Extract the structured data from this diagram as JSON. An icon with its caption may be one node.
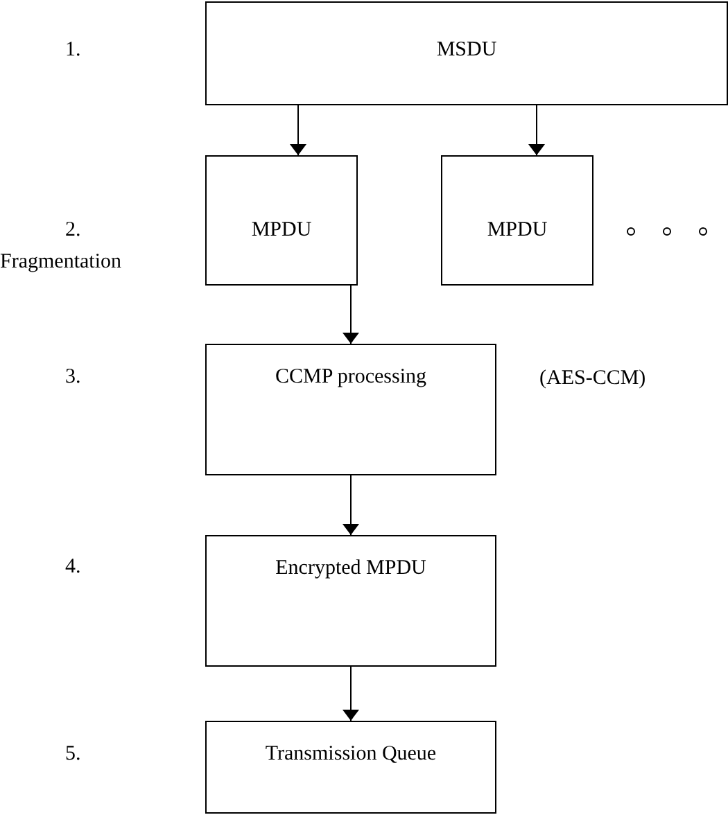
{
  "diagram": {
    "nodes": [
      {
        "text": [
          "MSDU"
        ]
      },
      {
        "text": [
          "MPDU"
        ]
      },
      {
        "text": [
          "MPDU"
        ]
      },
      {
        "text": [
          "CCMP processing"
        ],
        "beside": [
          "(AES-CCM)"
        ]
      },
      {
        "text": [
          "Encrypted MPDU"
        ]
      },
      {
        "text": [
          "Transmission Queue"
        ]
      }
    ],
    "edges": [
      {
        "from": 0,
        "to": 1,
        "arrow": "to"
      },
      {
        "from": 0,
        "to": 2,
        "arrow": "to"
      },
      {
        "from": 1,
        "to": 3,
        "arrow": "to"
      },
      {
        "from": 3,
        "to": 4,
        "arrow": "to"
      },
      {
        "from": 4,
        "to": 5,
        "arrow": "to"
      }
    ],
    "labels": [
      "1.",
      "Fragmentation",
      "2.",
      "3.",
      "4.",
      "5."
    ]
  }
}
